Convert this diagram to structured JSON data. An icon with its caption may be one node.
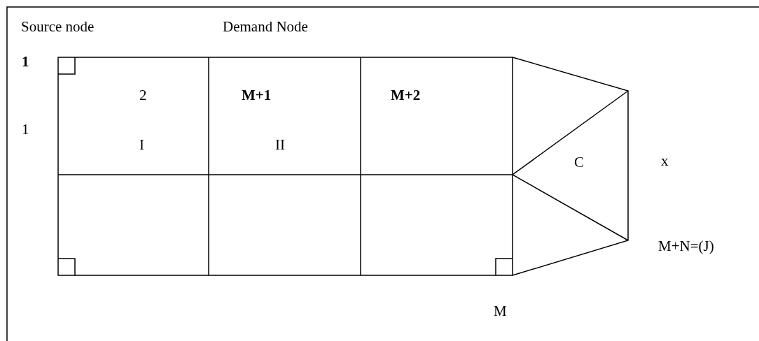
{
  "diagram": {
    "labels": [
      "Source node",
      "Demand Node",
      "1",
      "2",
      "M+1",
      "M+2",
      "1",
      "I",
      "II",
      "C",
      "x",
      "M+N=(J)",
      "M"
    ]
  }
}
